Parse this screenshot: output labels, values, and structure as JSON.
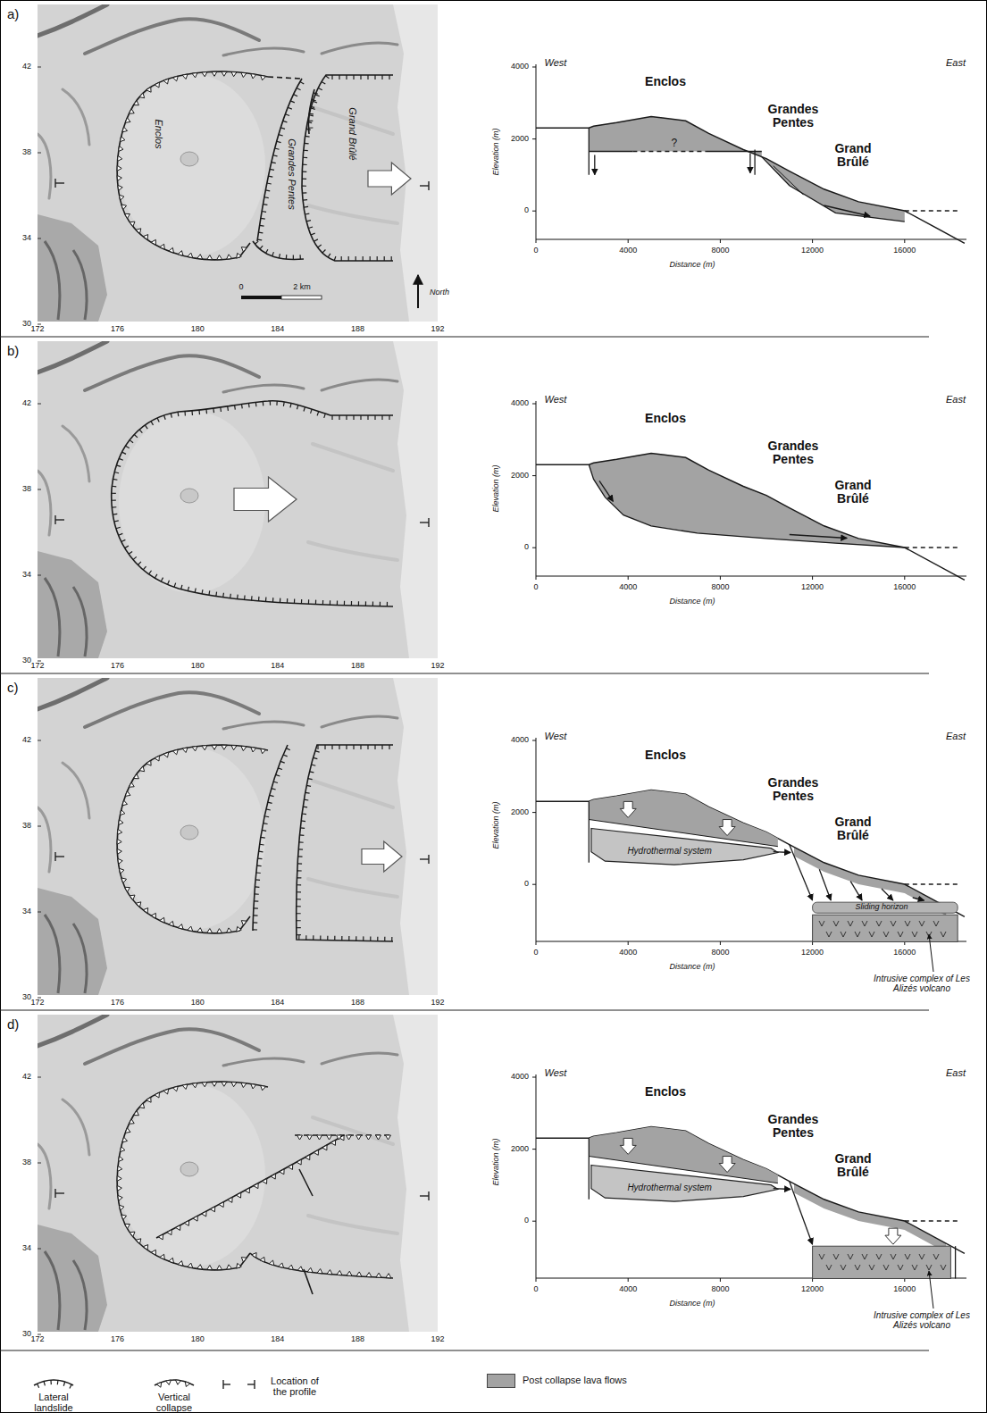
{
  "diagram": {
    "labels": [
      "a)",
      "42",
      "38",
      "34",
      "30",
      "172",
      "176",
      "180",
      "184",
      "188",
      "192",
      "Enclos",
      "Grandes Pentes",
      "Grand Brûlé",
      "0",
      "2 km",
      "North",
      "West",
      "East",
      "Enclos",
      "Grandes Pentes",
      "Grand Brûlé",
      "4000",
      "2000",
      "0",
      "0",
      "4000",
      "8000",
      "12000",
      "16000",
      "Elevation (m)",
      "Distance (m)",
      "?",
      "b)",
      "42",
      "38",
      "34",
      "30",
      "172",
      "176",
      "180",
      "184",
      "188",
      "192",
      "West",
      "East",
      "Enclos",
      "Grandes Pentes",
      "Grand Brûlé",
      "4000",
      "2000",
      "0",
      "0",
      "4000",
      "8000",
      "12000",
      "16000",
      "Elevation (m)",
      "Distance (m)",
      "c)",
      "42",
      "38",
      "34",
      "30",
      "172",
      "176",
      "180",
      "184",
      "188",
      "192",
      "West",
      "East",
      "Enclos",
      "Grandes Pentes",
      "Grand Brûlé",
      "4000",
      "2000",
      "0",
      "0",
      "4000",
      "8000",
      "12000",
      "16000",
      "Elevation (m)",
      "Distance (m)",
      "Hydrothermal system",
      "Sliding horizon",
      "Intrusive complex of Les Alizés volcano",
      "d)",
      "42",
      "38",
      "34",
      "30",
      "172",
      "176",
      "180",
      "184",
      "188",
      "192",
      "West",
      "East",
      "Enclos",
      "Grandes Pentes",
      "Grand Brûlé",
      "4000",
      "2000",
      "0",
      "0",
      "4000",
      "8000",
      "12000",
      "16000",
      "Elevation (m)",
      "Distance (m)",
      "Hydrothermal system",
      "Intrusive complex of Les Alizés volcano"
    ],
    "legend": [
      {
        "text": "Lateral landslide"
      },
      {
        "text": "Vertical collapse"
      },
      {
        "text": "Location of the profile"
      },
      {
        "text": "Post collapse lava flows",
        "color": "#a3a3a3"
      }
    ]
  }
}
